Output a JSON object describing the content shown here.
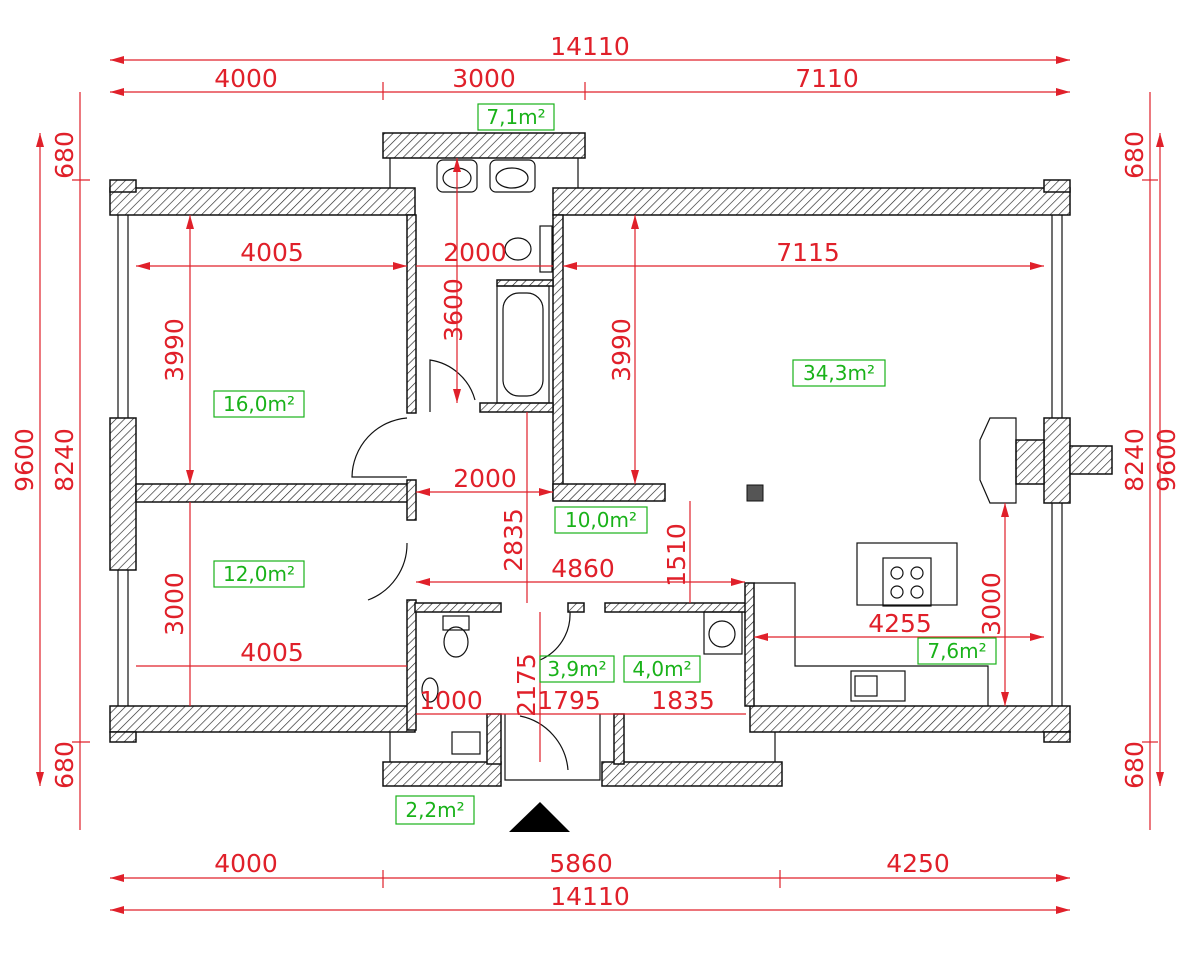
{
  "plan": {
    "dimensions": {
      "top_total": "14110",
      "top_1": "4000",
      "top_2": "3000",
      "top_3": "7110",
      "bottom_total": "14110",
      "bottom_1": "4000",
      "bottom_2": "5860",
      "bottom_3": "4250",
      "left_total": "9600",
      "left_mid": "8240",
      "left_top": "680",
      "left_bottom": "680",
      "right_total": "9600",
      "right_mid": "8240",
      "right_top": "680",
      "right_bottom": "680",
      "room1_width": "4005",
      "room1_height": "3990",
      "room2_width": "4005",
      "room2_height": "3000",
      "bath_width": "2000",
      "bath_height": "3600",
      "living_width": "7115",
      "living_height": "3990",
      "hall_width": "2000",
      "hall_height": "2835",
      "hall_long": "4860",
      "hall_short": "1510",
      "kitchen_width": "4255",
      "kitchen_height": "3000",
      "wc_width": "1000",
      "entry_width": "1795",
      "entry_height": "2175",
      "storage_width": "1835"
    },
    "areas": {
      "bathroom": "7,1m²",
      "room1": "16,0m²",
      "room2": "12,0m²",
      "living": "34,3m²",
      "hall": "10,0m²",
      "wc": "3,9m²",
      "utility": "4,0m²",
      "kitchen": "7,6m²",
      "vestibule": "2,2m²"
    }
  }
}
